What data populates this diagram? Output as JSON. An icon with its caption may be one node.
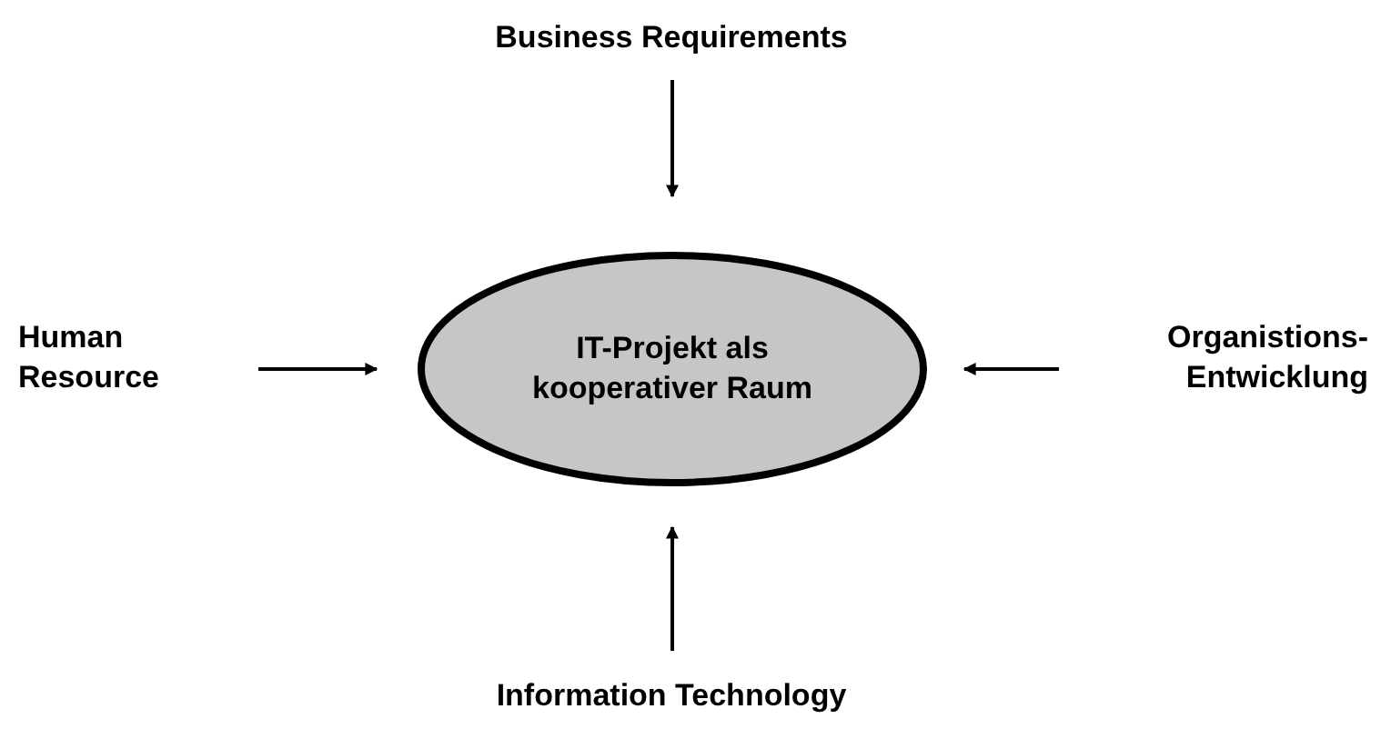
{
  "diagram": {
    "nodes": [
      {
        "text": [
          "IT-Projekt als kooperativer Raum"
        ]
      },
      {
        "text": [
          "Business Requirements"
        ]
      },
      {
        "text": [
          "Human Resource"
        ]
      },
      {
        "text": [
          "Organistions- Entwicklung"
        ]
      },
      {
        "text": [
          "Information Technology"
        ]
      }
    ],
    "edges": [
      {
        "from": 1,
        "to": 0,
        "arrow": "to"
      },
      {
        "from": 2,
        "to": 0,
        "arrow": "to"
      },
      {
        "from": 3,
        "to": 0,
        "arrow": "to"
      },
      {
        "from": 4,
        "to": 0,
        "arrow": "to"
      }
    ]
  }
}
